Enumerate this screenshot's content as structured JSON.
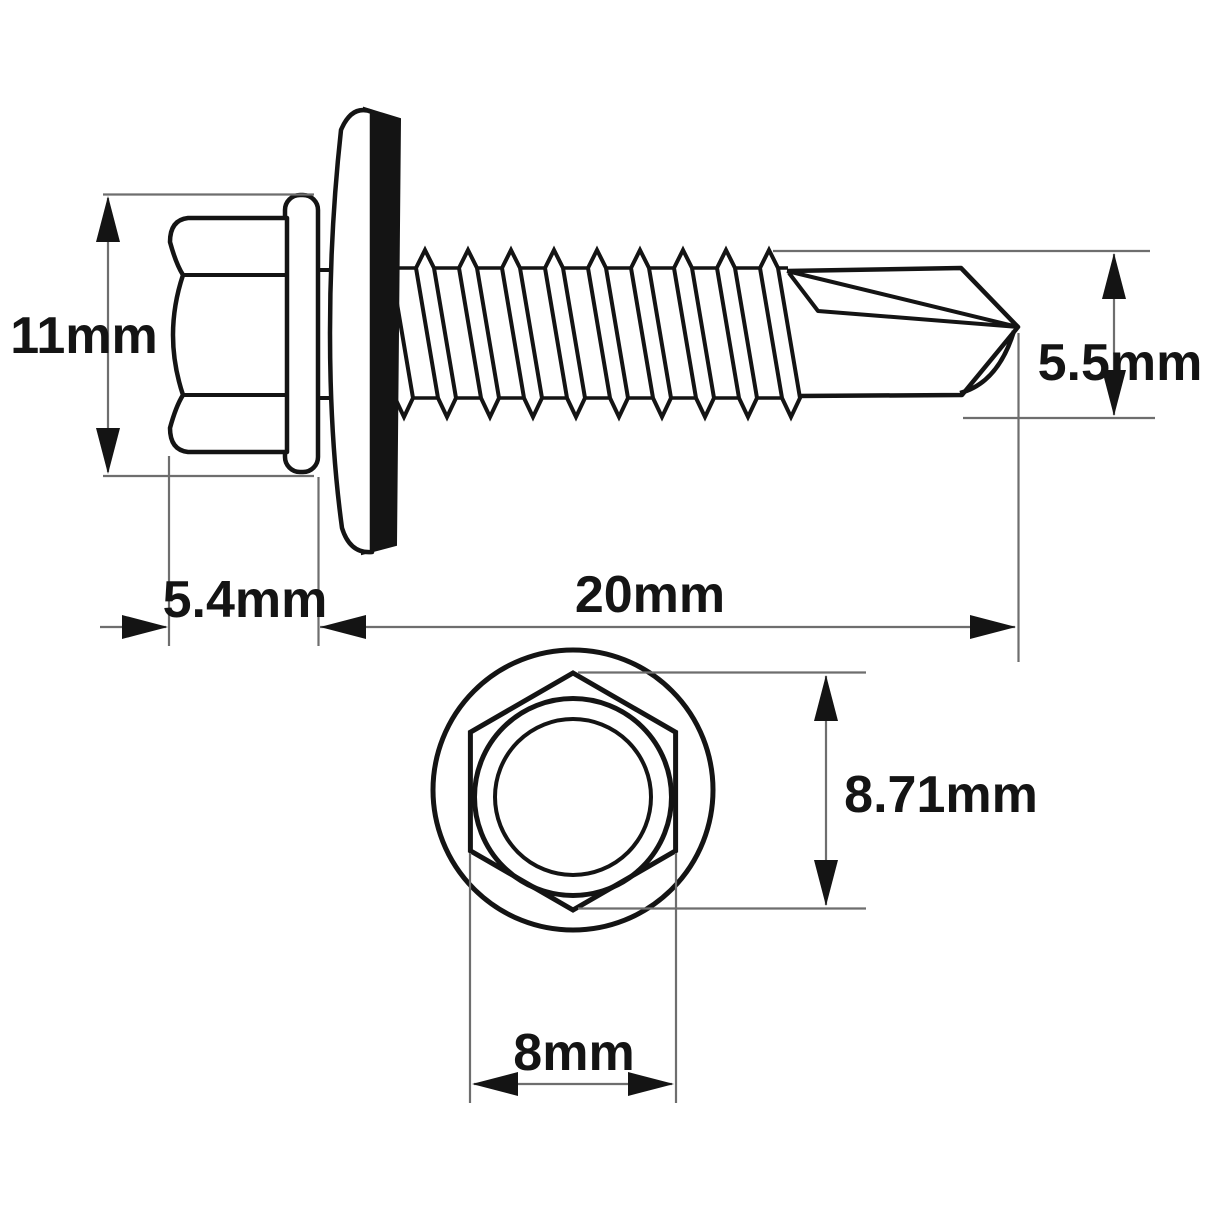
{
  "diagram": {
    "title": "Hex head self-drilling screw with bonded sealing washer - dimensioned technical drawing",
    "background_color": "#ffffff",
    "outline_color": "#141414",
    "dimension_line_color": "#6e6e6e",
    "views": {
      "side_view": "screw side elevation",
      "top_view": "hex head end view"
    },
    "dimensions": {
      "flange_diameter": "11mm",
      "head_length": "5.4mm",
      "thread_length": "20mm",
      "point_diameter": "5.5mm",
      "across_corners": "8.71mm",
      "across_flats": "8mm"
    }
  }
}
